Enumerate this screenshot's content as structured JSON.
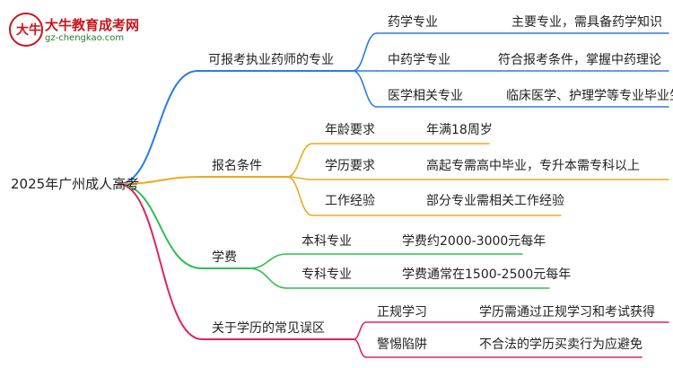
{
  "logo": {
    "glyph": "大牛",
    "title": "大牛教育成考网",
    "url": "gz-chengkao.com"
  },
  "root": "2025年广州成人高考",
  "branches": [
    {
      "label": "可报考执业药师的专业",
      "color": "#2b7bea",
      "children": [
        {
          "label": "药学专业",
          "detail": "主要专业，需具备药学知识"
        },
        {
          "label": "中药学专业",
          "detail": "符合报考条件，掌握中药理论"
        },
        {
          "label": "医学相关专业",
          "detail": "临床医学、护理学等专业毕业生"
        }
      ]
    },
    {
      "label": "报名条件",
      "color": "#f0a81c",
      "children": [
        {
          "label": "年龄要求",
          "detail": "年满18周岁"
        },
        {
          "label": "学历要求",
          "detail": "高起专需高中毕业，专升本需专科以上"
        },
        {
          "label": "工作经验",
          "detail": "部分专业需相关工作经验"
        }
      ]
    },
    {
      "label": "学费",
      "color": "#2fbf52",
      "children": [
        {
          "label": "本科专业",
          "detail": "学费约2000-3000元每年"
        },
        {
          "label": "专科专业",
          "detail": "学费通常在1500-2500元每年"
        }
      ]
    },
    {
      "label": "关于学历的常见误区",
      "color": "#e0245e",
      "children": [
        {
          "label": "正规学习",
          "detail": "学历需通过正规学习和考试获得"
        },
        {
          "label": "警惕陷阱",
          "detail": "不合法的学历买卖行为应避免"
        }
      ]
    }
  ]
}
